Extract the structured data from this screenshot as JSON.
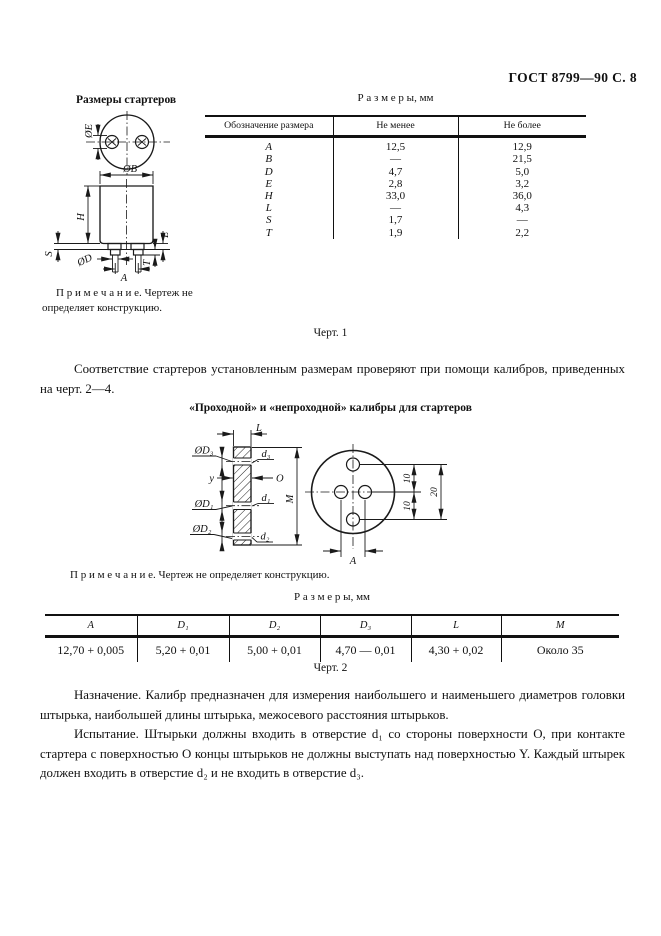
{
  "header": {
    "title": "ГОСТ 8799—90 С. 8"
  },
  "fig1": {
    "drawing_title": "Размеры стартеров",
    "table_title": "Р а з м е р ы,  мм",
    "table": {
      "headers": {
        "designation": "Обозначение размера",
        "min": "Не менее",
        "max": "Не более"
      },
      "rows": [
        {
          "name": "A",
          "min": "12,5",
          "max": "12,9"
        },
        {
          "name": "B",
          "min": "—",
          "max": "21,5"
        },
        {
          "name": "D",
          "min": "4,7",
          "max": "5,0"
        },
        {
          "name": "E",
          "min": "2,8",
          "max": "3,2"
        },
        {
          "name": "H",
          "min": "33,0",
          "max": "36,0"
        },
        {
          "name": "L",
          "min": "—",
          "max": "4,3"
        },
        {
          "name": "S",
          "min": "1,7",
          "max": "—"
        },
        {
          "name": "T",
          "min": "1,9",
          "max": "2,2"
        }
      ]
    },
    "note_label": "П р и м е ч а н и е.",
    "note_text": "Чертеж не определяет конструкцию.",
    "caption": "Черт. 1",
    "labels": {
      "oe": "ØE",
      "ob": "ØB",
      "h": "H",
      "l": "L",
      "t": "T",
      "s": "S",
      "od": "ØD",
      "a": "A"
    }
  },
  "para1": "Соответствие стартеров установленным размерам проверяют при помощи калибров, приведен­ных на черт. 2—4.",
  "fig2": {
    "heading": "«Проходной» и «непроходной» калибры для стартеров",
    "note_label": "П р и м е ч а н и е.",
    "note_text": "Чертеж не определяет конструкцию.",
    "table_title": "Р а з м е р ы,  мм",
    "table": {
      "headers": [
        "A",
        "D₁",
        "D₂",
        "D₃",
        "L",
        "M"
      ],
      "values": [
        "12,70 + 0,005",
        "5,20 + 0,01",
        "5,00 + 0,01",
        "4,70 — 0,01",
        "4,30 + 0,02",
        "Около 35"
      ]
    },
    "caption": "Черт. 2",
    "labels": {
      "l": "L",
      "od3": "ØD₃",
      "d3": "d₃",
      "y": "y",
      "o": "O",
      "od1": "ØD₁",
      "d1": "d₁",
      "od2": "ØD₂",
      "d2": "d₂",
      "m": "M",
      "dim10a": "10",
      "dim10b": "10",
      "dim20": "20",
      "a": "A"
    }
  },
  "para2": "Назначение. Калибр предназначен для измерения наибольшего и наименьшего диаметров головки штырька, наибольшей длины штырька, межосевого расстояния штырьков.",
  "para3": "Испытание.  Штырьки должны входить в отверстие d₁ со стороны поверхности О, при контакте стартера с поверхностью О концы штырьков не должны выступать над поверхностью Y. Каждый штырек должен входить в отверстие d₂ и не входить в отверстие d₃."
}
